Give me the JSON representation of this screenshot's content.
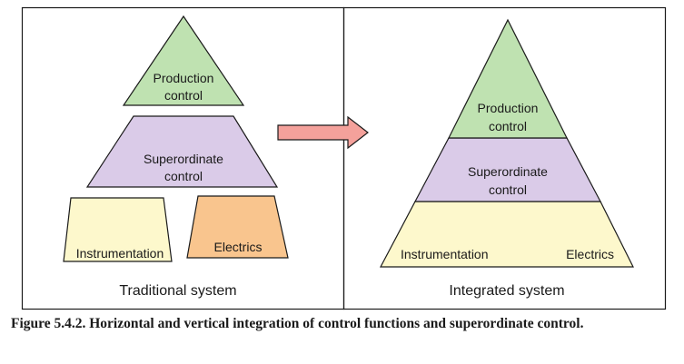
{
  "colors": {
    "production": "#bfe2b1",
    "superordinate": "#dacbe8",
    "instrumentation": "#fdf8cc",
    "electrics": "#f9c58e",
    "arrow": "#f4a19b",
    "outline": "#1a1a1a"
  },
  "traditional": {
    "production": [
      "Production",
      "control"
    ],
    "superordinate": [
      "Superordinate",
      "control"
    ],
    "instrumentation": "Instrumentation",
    "electrics": "Electrics",
    "caption": "Traditional system"
  },
  "integrated": {
    "production": [
      "Production",
      "control"
    ],
    "superordinate": [
      "Superordinate",
      "control"
    ],
    "instrumentation": "Instrumentation",
    "electrics": "Electrics",
    "caption": "Integrated system"
  },
  "figure_caption": "Figure 5.4.2. Horizontal and vertical integration of control functions and superordinate control."
}
